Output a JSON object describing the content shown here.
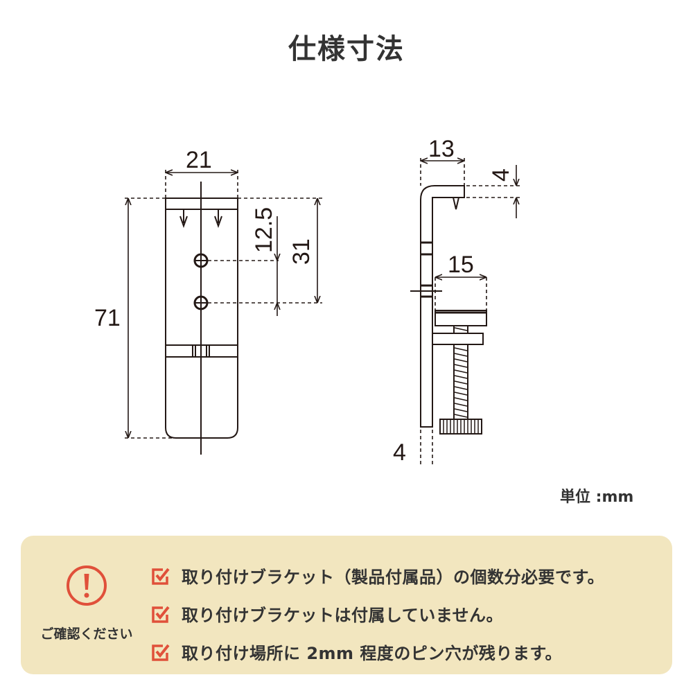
{
  "title": "仕様寸法",
  "front_view": {
    "width_label": "21",
    "height_label": "71",
    "hole_pitch_label": "12.5",
    "hole_offset_label": "31"
  },
  "side_view": {
    "depth_label": "13",
    "hook_height_label": "4",
    "clamp_label": "15",
    "thickness_label": "4"
  },
  "unit_label": "単位 :mm",
  "notice": {
    "label": "ご確認ください",
    "icon": "exclamation-circle-icon",
    "accent_color": "#e0503a",
    "background_color": "#f2e6bf",
    "items": [
      {
        "icon": "checkbox-checked-icon",
        "text": "取り付けブラケット（製品付属品）の個数分必要です。"
      },
      {
        "icon": "checkbox-checked-icon",
        "text": "取り付けブラケットは付属していません。"
      },
      {
        "icon": "checkbox-checked-icon",
        "text": "取り付け場所に 2mm 程度のピン穴が残ります。"
      }
    ]
  }
}
